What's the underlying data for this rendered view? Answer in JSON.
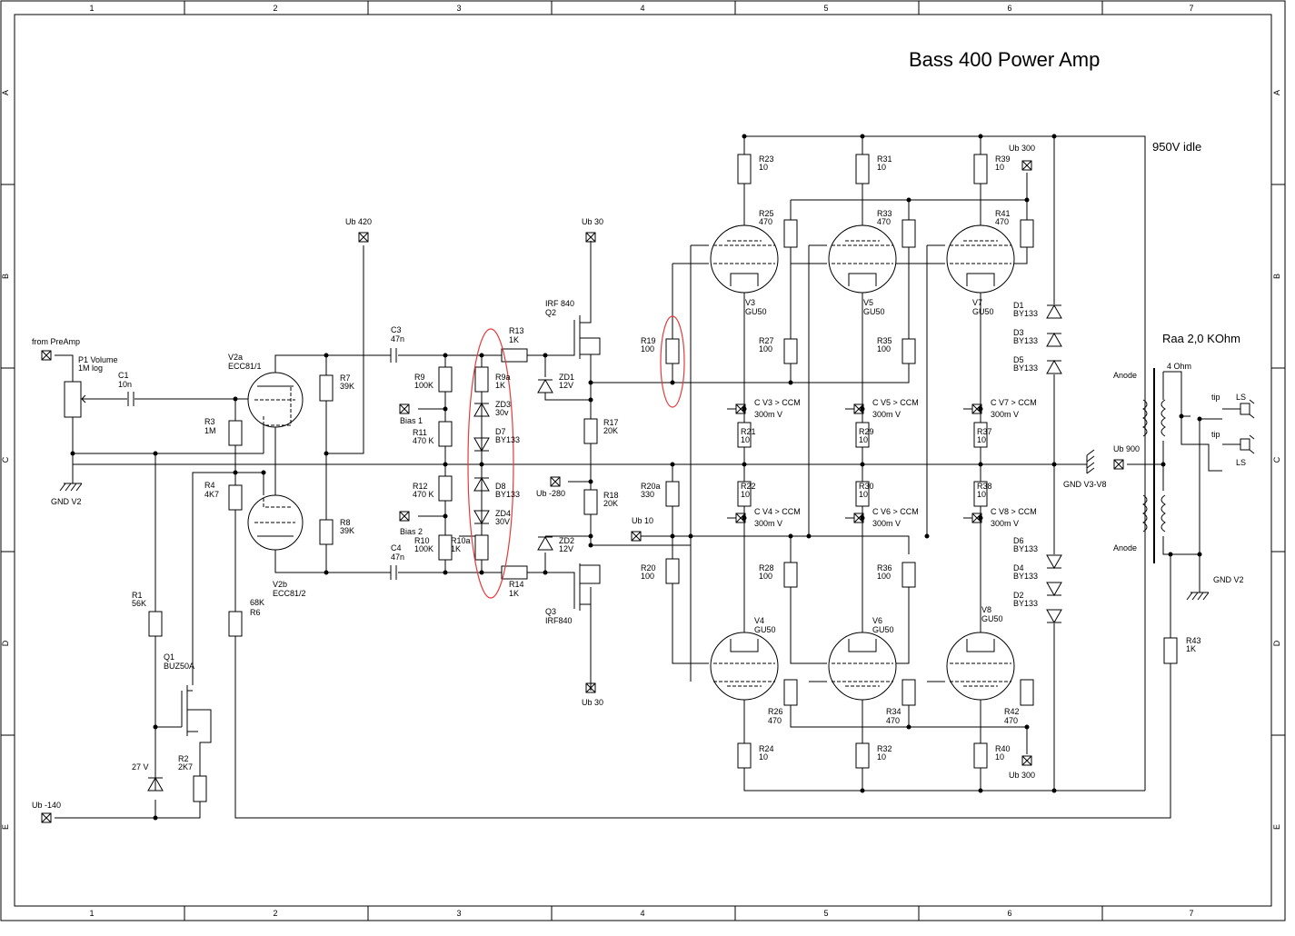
{
  "title": "Bass 400 Power Amp",
  "note_idle": "950V idle",
  "note_raa": "Raa 2,0 KOhm",
  "frame": {
    "columns": [
      "1",
      "2",
      "3",
      "4",
      "5",
      "6",
      "7"
    ],
    "rows": [
      "A",
      "B",
      "C",
      "D",
      "E"
    ]
  },
  "labels": {
    "from_preamp": "from PreAmp",
    "p1": "P1 Volume",
    "p1_val": "1M log",
    "c1": "C1",
    "c1_val": "10n",
    "gnd_v2": "GND V2",
    "v2a": "V2a",
    "v2a_type": "ECC81/1",
    "v2b": "V2b",
    "v2b_type": "ECC81/2",
    "r3": "R3",
    "r3_val": "1M",
    "r4": "R4",
    "r4_val": "4K7",
    "r6": "R6",
    "r6_val": "68K",
    "r7": "R7",
    "r7_val": "39K",
    "r8": "R8",
    "r8_val": "39K",
    "r1": "R1",
    "r1_val": "56K",
    "q1": "Q1",
    "q1_type": "BUZ50A",
    "r2": "R2",
    "r2_val": "2K7",
    "z27": "27 V",
    "ub140": "Ub -140",
    "ub420": "Ub 420",
    "c3": "C3",
    "c3_val": "47n",
    "c4": "C4",
    "c4_val": "47n",
    "r9": "R9",
    "r9_val": "100K",
    "r11": "R11",
    "r11_val": "470 K",
    "r12": "R12",
    "r12_val": "470 K",
    "r10": "R10",
    "r10_val": "100K",
    "r10a": "R10a",
    "r10a_val": "1K",
    "r9a": "R9a",
    "r9a_val": "1K",
    "bias1": "Bias 1",
    "bias2": "Bias 2",
    "zd3": "ZD3",
    "zd3_val": "30v",
    "d7": "D7",
    "d7_val": "BY133",
    "d8": "D8",
    "d8_val": "BY133",
    "zd4": "ZD4",
    "zd4_val": "30V",
    "r13": "R13",
    "r13_val": "1K",
    "r14": "R14",
    "r14_val": "1K",
    "q2_type": "IRF 840",
    "q2": "Q2",
    "q3": "Q3",
    "q3_type": "IRF840",
    "ub30_top": "Ub 30",
    "ub30_bot": "Ub 30",
    "zd1": "ZD1",
    "zd1_val": "12V",
    "zd2": "ZD2",
    "zd2_val": "12V",
    "r17": "R17",
    "r17_val": "20K",
    "r18": "R18",
    "r18_val": "20K",
    "ub_280": "Ub -280",
    "r19": "R19",
    "r19_val": "100",
    "r20a": "R20a",
    "r20a_val": "330",
    "ub10": "Ub 10",
    "r20": "R20",
    "r20_val": "100",
    "r23": "R23",
    "r23_val": "10",
    "r31": "R31",
    "r31_val": "10",
    "r39": "R39",
    "r39_val": "10",
    "ub300_top": "Ub 300",
    "r25": "R25",
    "r25_val": "470",
    "r33": "R33",
    "r33_val": "470",
    "r41": "R41",
    "r41_val": "470",
    "v3": "V3",
    "v3_type": "GU50",
    "v5": "V5",
    "v5_type": "GU50",
    "v7": "V7",
    "v7_type": "GU50",
    "r27": "R27",
    "r27_val": "100",
    "r35": "R35",
    "r35_val": "100",
    "cv3": "C V3 > CCM",
    "cv3_val": "300m V",
    "cv5": "C V5 > CCM",
    "cv5_val": "300m V",
    "cv7": "C V7 > CCM",
    "cv7_val": "300m V",
    "r21": "R21",
    "r21_val": "10",
    "r29": "R29",
    "r29_val": "10",
    "r37": "R37",
    "r37_val": "10",
    "r22": "R22",
    "r22_val": "10",
    "r30": "R30",
    "r30_val": "10",
    "r38": "R38",
    "r38_val": "10",
    "cv4": "C V4 > CCM",
    "cv4_val": "300m V",
    "cv6": "C V6 > CCM",
    "cv6_val": "300m V",
    "cv8": "C V8 > CCM",
    "cv8_val": "300m V",
    "r28": "R28",
    "r28_val": "100",
    "r36": "R36",
    "r36_val": "100",
    "v4": "V4",
    "v4_type": "GU50",
    "v6": "V6",
    "v6_type": "GU50",
    "v8": "V8",
    "v8_type": "GU50",
    "r26": "R26",
    "r26_val": "470",
    "r34": "R34",
    "r34_val": "470",
    "r42": "R42",
    "r42_val": "470",
    "r24": "R24",
    "r24_val": "10",
    "r32": "R32",
    "r32_val": "10",
    "r40": "R40",
    "r40_val": "10",
    "ub300_bot": "Ub 300",
    "d1": "D1",
    "d1_val": "BY133",
    "d3": "D3",
    "d3_val": "BY133",
    "d5": "D5",
    "d5_val": "BY133",
    "d6": "D6",
    "d6_val": "BY133",
    "d4": "D4",
    "d4_val": "BY133",
    "d2": "D2",
    "d2_val": "BY133",
    "gnd_v3v8": "GND V3-V8",
    "ub900": "Ub 900",
    "anode_top": "Anode",
    "anode_bot": "Anode",
    "ohm4": "4 Ohm",
    "tip1": "tip",
    "ls1": "LS",
    "tip2": "tip",
    "ls2": "LS",
    "gnd_v2_right": "GND V2",
    "r43": "R43",
    "r43_val": "1K"
  }
}
